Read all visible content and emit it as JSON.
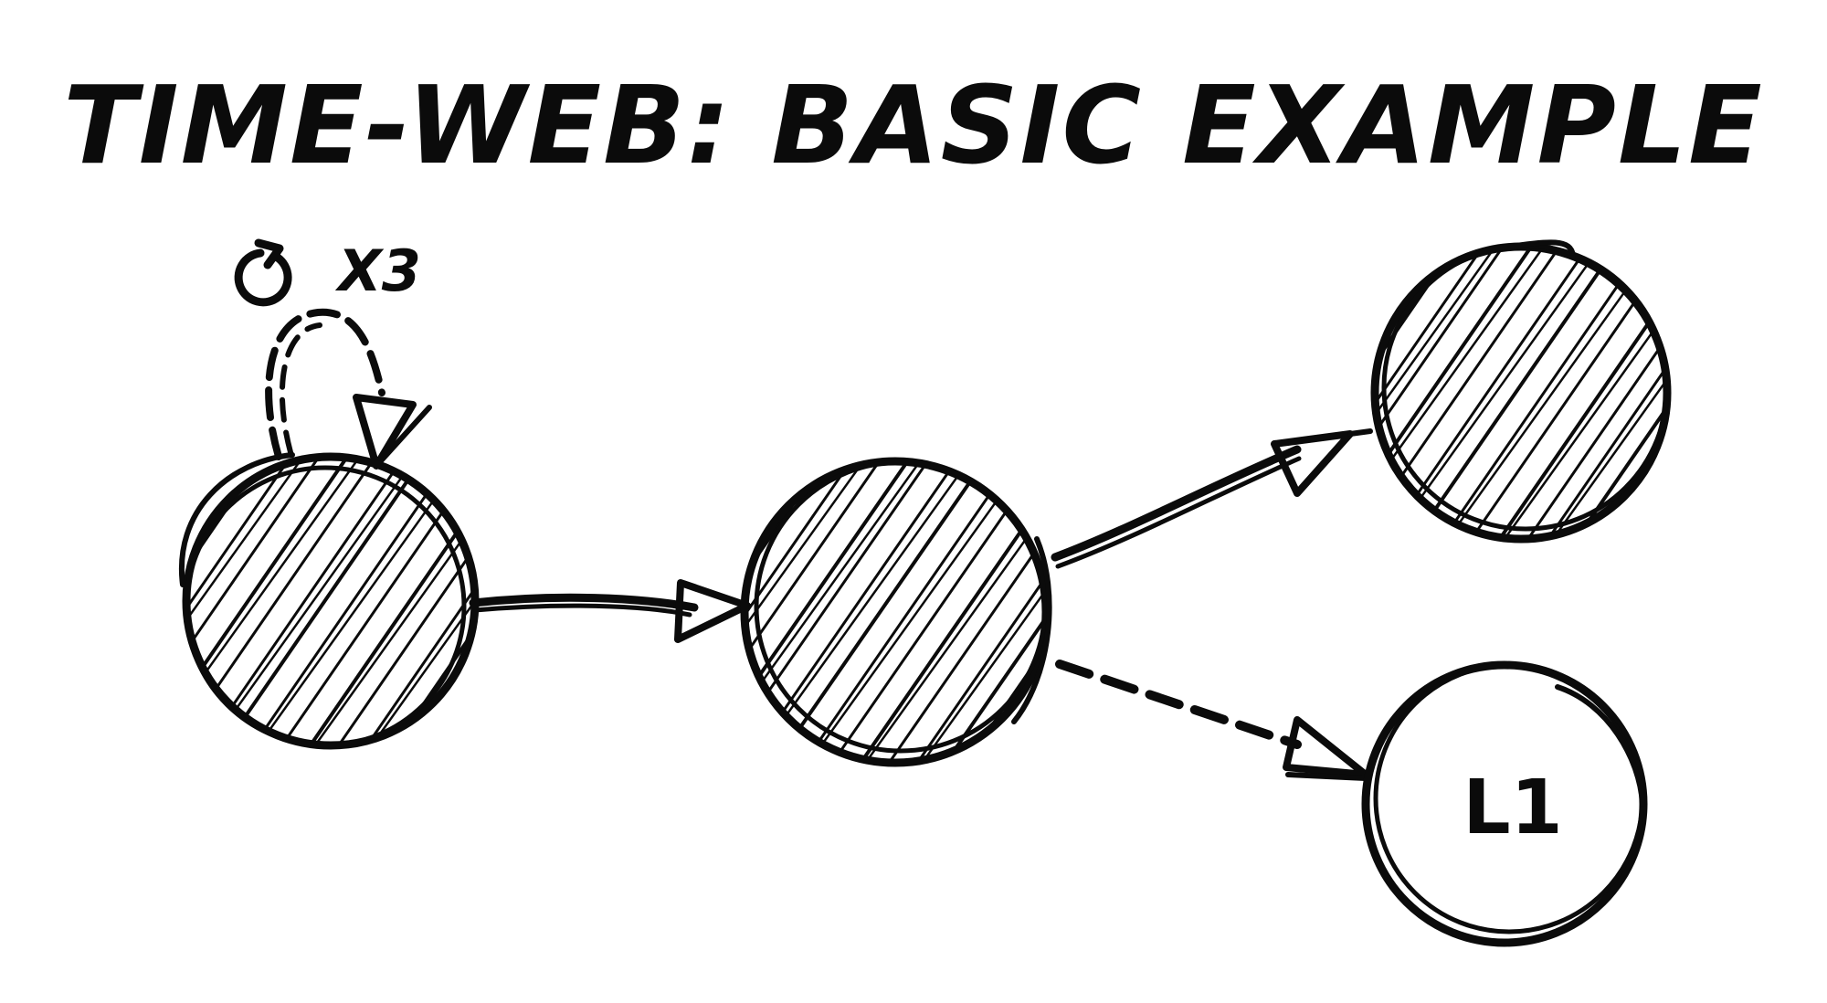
{
  "title": "TIME-WEB: BASIC EXAMPLE",
  "repeat": {
    "icon": "loop-arrow-icon",
    "label": "X3"
  },
  "nodes": [
    {
      "id": "node-1",
      "filled": true,
      "label": ""
    },
    {
      "id": "node-2",
      "filled": true,
      "label": ""
    },
    {
      "id": "node-3",
      "filled": true,
      "label": ""
    },
    {
      "id": "node-4",
      "filled": false,
      "label": "L1"
    }
  ],
  "edges": [
    {
      "from": "node-1",
      "to": "node-1",
      "style": "dashed",
      "kind": "self-loop"
    },
    {
      "from": "node-1",
      "to": "node-2",
      "style": "solid"
    },
    {
      "from": "node-2",
      "to": "node-3",
      "style": "solid"
    },
    {
      "from": "node-2",
      "to": "node-4",
      "style": "dashed"
    }
  ],
  "colors": {
    "ink": "#0b0b0b",
    "background": "#ffffff"
  }
}
